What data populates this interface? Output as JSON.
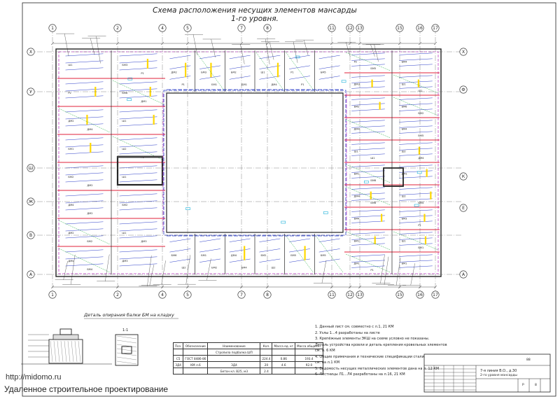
{
  "drawing": {
    "title": "Схема расположения несущих элементов мансарды 1-го уровня.",
    "axes_horizontal": [
      "1",
      "2",
      "4",
      "5",
      "7",
      "8",
      "11",
      "12",
      "13",
      "15",
      "16",
      "17"
    ],
    "axes_vertical": [
      "X",
      "У",
      "Ш",
      "Ж",
      "В",
      "А"
    ],
    "axes_vertical_right": [
      "X",
      "Ф",
      "К",
      "Е",
      "А"
    ],
    "beam_labels": [
      "БМ6",
      "БМ5",
      "БМ1",
      "БМ2",
      "БМ3",
      "БМ4",
      "ДМ1",
      "ДМ2",
      "ДМ3",
      "ДМ4",
      "Р1",
      "Р2",
      "Ш1",
      "Ш2"
    ]
  },
  "detail": {
    "title": "Деталь опирания балки БМ на кладку",
    "section_label": "1-1"
  },
  "notes": [
    "1. Данный лист см. совместно с л.1, 21 КМ",
    "2. Узлы 1...4 разработаны на листе",
    "3. Крепёжные элементы ЭКШ на схеме условно не показаны.",
    "   Деталь устройства кровли и деталь крепления кровельных элементов",
    "   см. л. 6 КМ",
    "4. Общие примечания и технические спецификации стали",
    "   см. на л.1 КМ",
    "5. Ведомость несущих металлических элементов дана на л. 12 КМ",
    "6. Лестницы Л1...Л4 разработаны на л.16, 21 КМ"
  ],
  "spec_table": {
    "headers": [
      "Поз.",
      "Обозначение",
      "Наименование",
      "Кол.",
      "Масса ед. кг",
      "Масса общая кг"
    ],
    "section_row": "Стропила подбалка ШП",
    "rows": [
      [
        "С5",
        "ГОСТ 8486-86",
        "",
        "224.4",
        "0.86",
        "193.4"
      ],
      [
        "ЗД4",
        "КМ л.6",
        "ЗД4",
        "20",
        "4.6",
        "92.0"
      ]
    ],
    "footer": [
      "",
      "",
      "Бетон кл. В25, м3",
      "2.4",
      "",
      ""
    ]
  },
  "stamp": {
    "sheet": "88",
    "project": "7-я линия В.О., д.30",
    "sheet_title": "2-го уровня мансарды",
    "stage": "Р",
    "sheet_no": "8"
  },
  "watermark": {
    "url": "http://midomo.ru",
    "text": "Удаленное строительное проектирование"
  },
  "colors": {
    "ink": "#222222",
    "red": "#e0203a",
    "blue": "#2a3cc8",
    "magenta": "#c040c8",
    "yellow": "#ffd800",
    "green": "#1aa83a",
    "cyan": "#1ab0d8"
  }
}
